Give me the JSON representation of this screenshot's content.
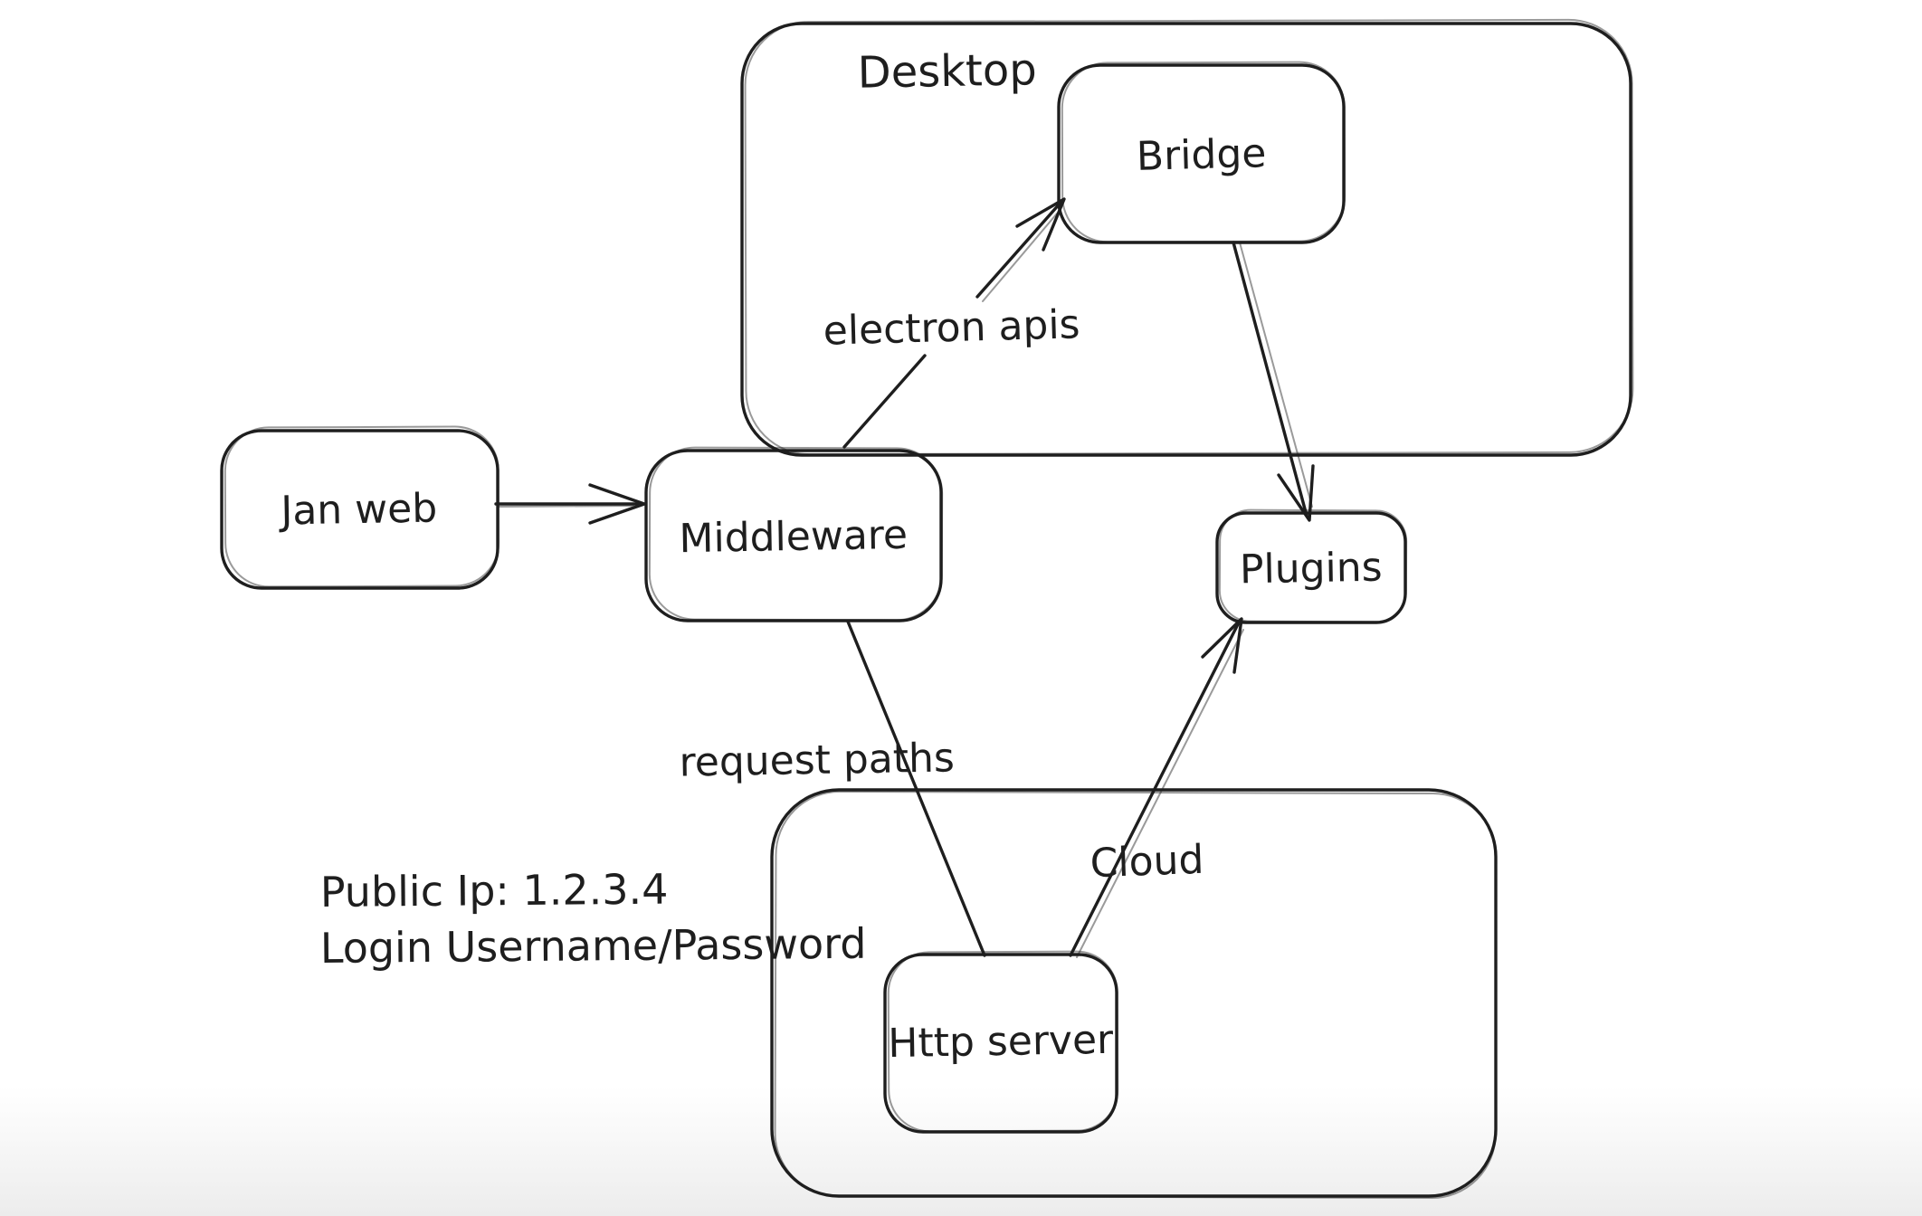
{
  "diagram": {
    "style": "hand-drawn whiteboard sketch",
    "background_color": "#ffffff",
    "stroke_color": "#1e1e1e",
    "bottom_fade_color": "#eeeeee",
    "containers": [
      {
        "id": "desktop",
        "label": "Desktop"
      },
      {
        "id": "cloud",
        "label": "Cloud"
      }
    ],
    "nodes": [
      {
        "id": "jan-web",
        "label": "Jan web",
        "parent": null
      },
      {
        "id": "middleware",
        "label": "Middleware",
        "parent": null
      },
      {
        "id": "bridge",
        "label": "Bridge",
        "parent": "desktop"
      },
      {
        "id": "plugins",
        "label": "Plugins",
        "parent": null
      },
      {
        "id": "http-server",
        "label": "Http server",
        "parent": "cloud"
      }
    ],
    "edges": [
      {
        "from": "jan-web",
        "to": "middleware",
        "label": "",
        "arrowhead": "end"
      },
      {
        "from": "middleware",
        "to": "bridge",
        "label": "electron apis",
        "arrowhead": "end"
      },
      {
        "from": "bridge",
        "to": "plugins",
        "label": "",
        "arrowhead": "end"
      },
      {
        "from": "middleware",
        "to": "http-server",
        "label": "request paths",
        "arrowhead": "none"
      },
      {
        "from": "http-server",
        "to": "plugins",
        "label": "",
        "arrowhead": "end"
      }
    ],
    "edge_labels": [
      {
        "id": "electron-apis",
        "label": "electron apis"
      },
      {
        "id": "request-paths",
        "label": "request paths"
      }
    ],
    "annotations": [
      {
        "text": "Public Ip: 1.2.3.4"
      },
      {
        "text": "Login Username/Password"
      }
    ]
  }
}
